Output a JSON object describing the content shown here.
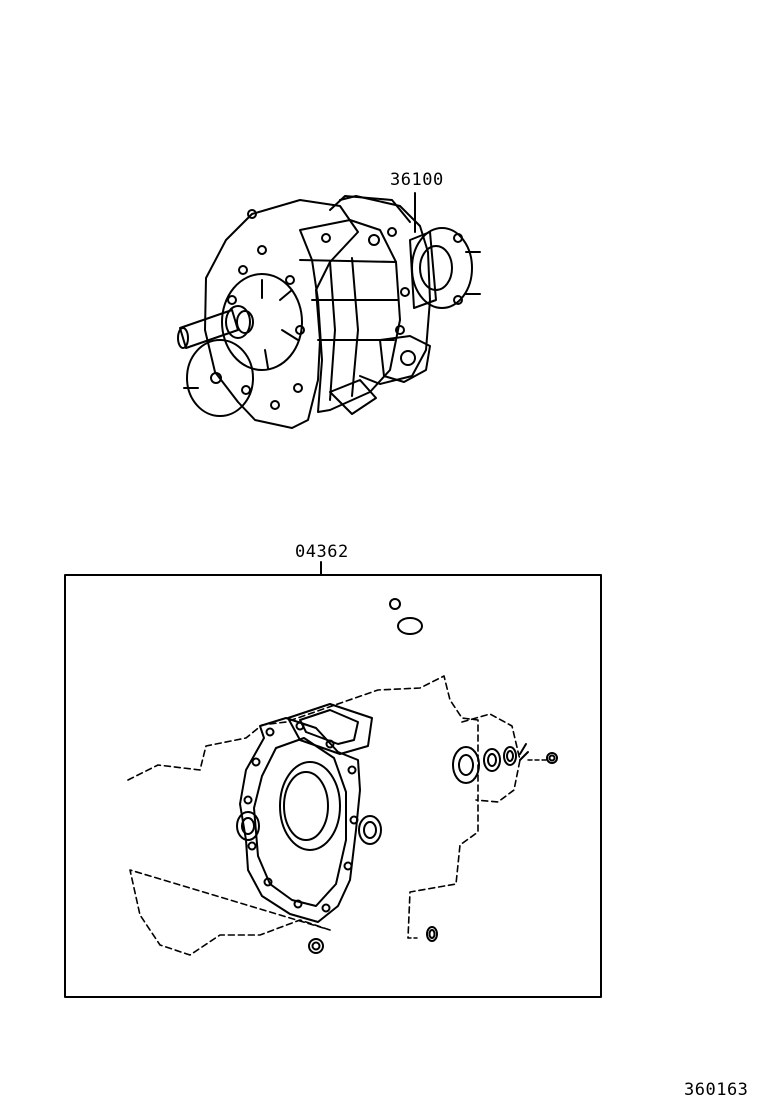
{
  "labels": {
    "assembly_part": "36100",
    "gasket_kit_part": "04362",
    "illustration_number": "360163"
  }
}
